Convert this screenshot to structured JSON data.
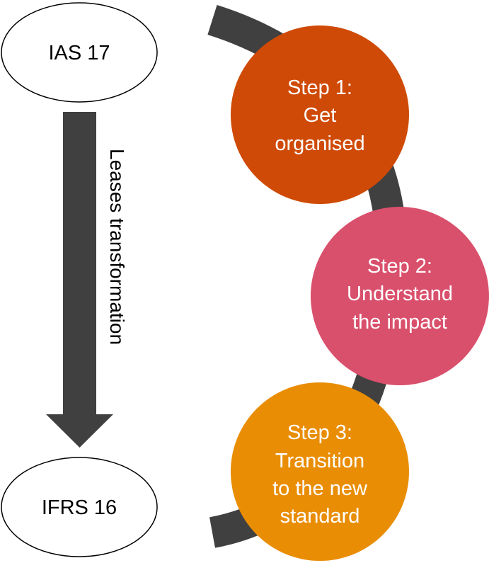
{
  "start_state": {
    "label": "IAS 17"
  },
  "end_state": {
    "label": "IFRS 16"
  },
  "transition_label": "Leases transformation",
  "steps": [
    {
      "lines": [
        "Step 1:",
        "Get",
        "organised"
      ]
    },
    {
      "lines": [
        "Step 2:",
        "Understand",
        "the impact"
      ]
    },
    {
      "lines": [
        "Step 3:",
        "Transition",
        "to the new",
        "standard"
      ]
    }
  ],
  "colors": {
    "arc": "#404040",
    "arrow": "#404040",
    "step_1": "#cf4a06",
    "step_2": "#d9506c",
    "step_3": "#e98d04",
    "ellipse_stroke": "#000000",
    "ellipse_fill": "#ffffff"
  }
}
